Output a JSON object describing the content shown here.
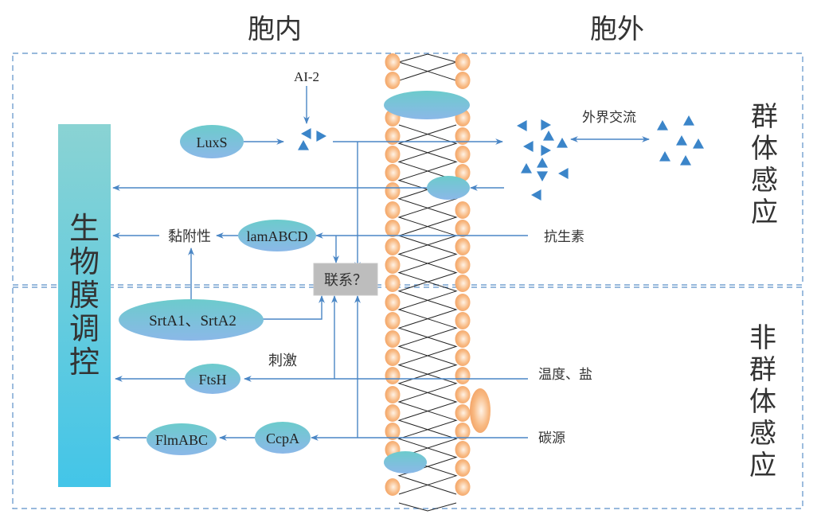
{
  "headers": {
    "inside": "胞内",
    "outside": "胞外"
  },
  "regions": {
    "quorum_sensing": [
      "群",
      "体",
      "感",
      "应"
    ],
    "non_quorum_sensing": [
      "非",
      "群",
      "体",
      "感",
      "应"
    ]
  },
  "biofilm_bar": {
    "chars": [
      "生",
      "物",
      "膜",
      "调",
      "控"
    ]
  },
  "nodes": {
    "luxs": "LuxS",
    "ai2": "AI-2",
    "lamabcd": "lamABCD",
    "adhesion": "黏附性",
    "srta": "SrtA1、SrtA2",
    "link": "联系？",
    "ftsh": "FtsH",
    "flmabc": "FlmABC",
    "ccpa": "CcpA",
    "stimulus": "刺激"
  },
  "external": {
    "exchange": "外界交流",
    "antibiotics": "抗生素",
    "temp_salt": "温度、盐",
    "carbon": "碳源"
  },
  "colors": {
    "arrow": "#4a86c5",
    "triangle": "#3b85c9",
    "lipid_head": "#f5a768",
    "protein_top": "#6fc8d0",
    "protein_bottom": "#8ab8e6",
    "bar_top": "#8ad3d3",
    "bar_bottom": "#43c5e8",
    "link_box": "#bdbdbd"
  }
}
